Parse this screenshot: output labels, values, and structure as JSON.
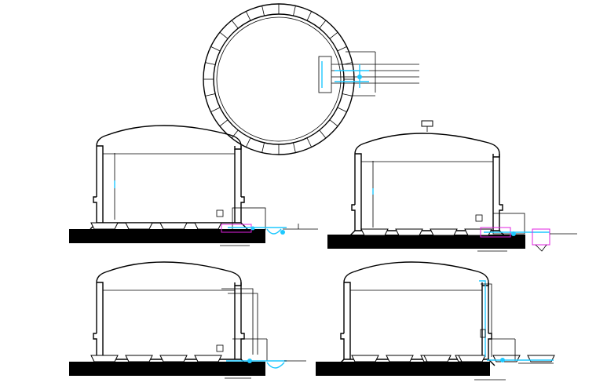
{
  "drawing": {
    "kind": "cad-drawing",
    "views": [
      {
        "id": "plan-view",
        "type": "circular-tank-plan"
      },
      {
        "id": "section-a",
        "type": "tank-section"
      },
      {
        "id": "section-b",
        "type": "tank-section"
      },
      {
        "id": "section-c",
        "type": "tank-section"
      },
      {
        "id": "section-d",
        "type": "tank-section"
      }
    ],
    "colors": {
      "linework": "#000000",
      "pipework": "#1ec8ff",
      "valves": "#e020e0",
      "background": "#ffffff"
    }
  }
}
